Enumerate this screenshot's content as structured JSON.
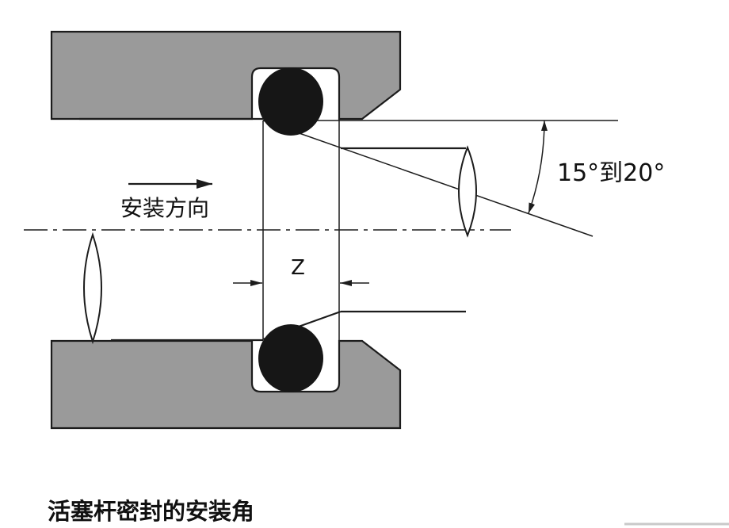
{
  "figure": {
    "caption": "活塞杆密封的安装角",
    "labels": {
      "angle_range": "15°到20°",
      "install_direction": "安装方向",
      "z_dimension": "Z"
    },
    "colors": {
      "housing": "#9a9a9a",
      "seal": "#161616",
      "background": "#ffffff"
    }
  }
}
